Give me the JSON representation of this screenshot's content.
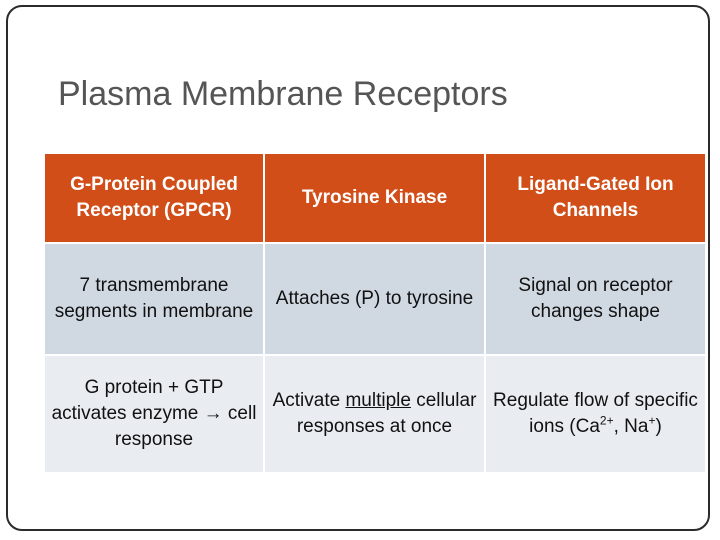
{
  "title": "Plasma Membrane Receptors",
  "headers": [
    "G-Protein Coupled Receptor (GPCR)",
    "Tyrosine Kinase",
    "Ligand-Gated Ion Channels"
  ],
  "rows": [
    {
      "gpcr": "7 transmembrane segments in membrane",
      "tk": "Attaches (P) to tyrosine",
      "lgic": "Signal on receptor changes shape"
    },
    {
      "gpcr_pre": "G protein + GTP activates enzyme",
      "gpcr_arrow": "→",
      "gpcr_post": "cell response",
      "tk_pre": "Activate",
      "tk_em": "multiple",
      "tk_post": "cellular responses at once",
      "lgic_pre": "Regulate flow of specific ions (Ca",
      "lgic_sup1": "2+",
      "lgic_mid": ", Na",
      "lgic_sup2": "+",
      "lgic_post": ")"
    }
  ]
}
